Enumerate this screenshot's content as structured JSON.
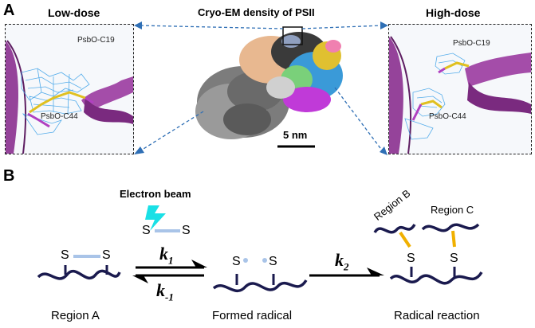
{
  "panel_a": {
    "label": "A",
    "title": "Cryo-EM density of PSII",
    "low_dose": {
      "title": "Low-dose",
      "residue_top": "PsbO-C19",
      "residue_bottom": "PsbO-C44"
    },
    "high_dose": {
      "title": "High-dose",
      "residue_top": "PsbO-C19",
      "residue_bottom": "PsbO-C44"
    },
    "scale_bar": "5 nm"
  },
  "panel_b": {
    "label": "B",
    "electron_beam": "Electron beam",
    "sulfur": "S",
    "k1_main": "k",
    "k1_sub": "1",
    "km1_main": "k",
    "km1_sub": "-1",
    "k2_main": "k",
    "k2_sub": "2",
    "region_a": "Region A",
    "formed_radical": "Formed  radical",
    "radical_reaction": "Radical reaction",
    "region_b": "Region B",
    "region_c": "Region C"
  },
  "colors": {
    "chain": "#1a1a4e",
    "bond_light": "#a9c4e8",
    "bond_orange": "#f0b000",
    "lightning": "#19e0e6",
    "arrow_dashed": "#2f6fb5",
    "ribbon": "#8b2f8f",
    "mesh": "#3aa0e8"
  }
}
